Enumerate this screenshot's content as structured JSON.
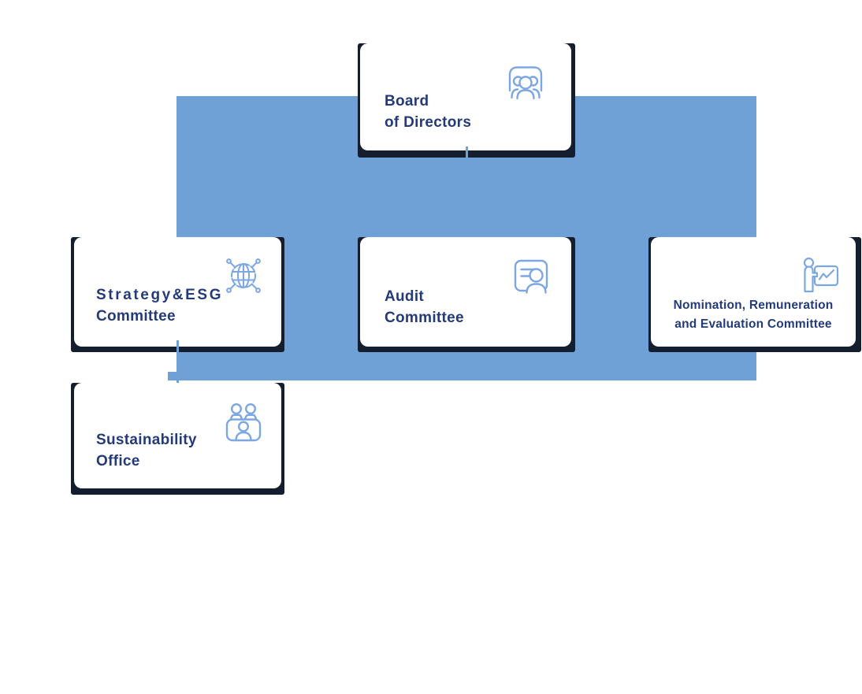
{
  "meta": {
    "title": "Governance structure organizational chart"
  },
  "colors": {
    "band": "#6FA0D6",
    "shadow": "#151E2E",
    "title": "#243B7A",
    "icon": "#7DA7E3",
    "card": "#FFFFFF",
    "bg": "#FFFFFF"
  },
  "chart": {
    "type": "org-chart",
    "root": "Board of Directors",
    "children_of_root": [
      "Strategy&ESG Committee",
      "Audit Committee",
      "Nomination, Remuneration and Evaluation Committee"
    ],
    "children_of_strategy": [
      "Sustainability Office"
    ]
  },
  "nodes": {
    "board": {
      "line1": "Board",
      "line2": "of Directors",
      "icon": "board-members-icon"
    },
    "strategy": {
      "line1": "Strategy&ESG",
      "line2": "Committee",
      "icon": "globe-network-icon"
    },
    "audit": {
      "line1": "Audit",
      "line2": "Committee",
      "icon": "audit-document-icon"
    },
    "nomination": {
      "line1": "Nomination, Remuneration",
      "line2": "and Evaluation Committee",
      "icon": "presenter-chart-icon"
    },
    "sustainability": {
      "line1": "Sustainability",
      "line2": "Office",
      "icon": "meeting-people-icon"
    }
  }
}
